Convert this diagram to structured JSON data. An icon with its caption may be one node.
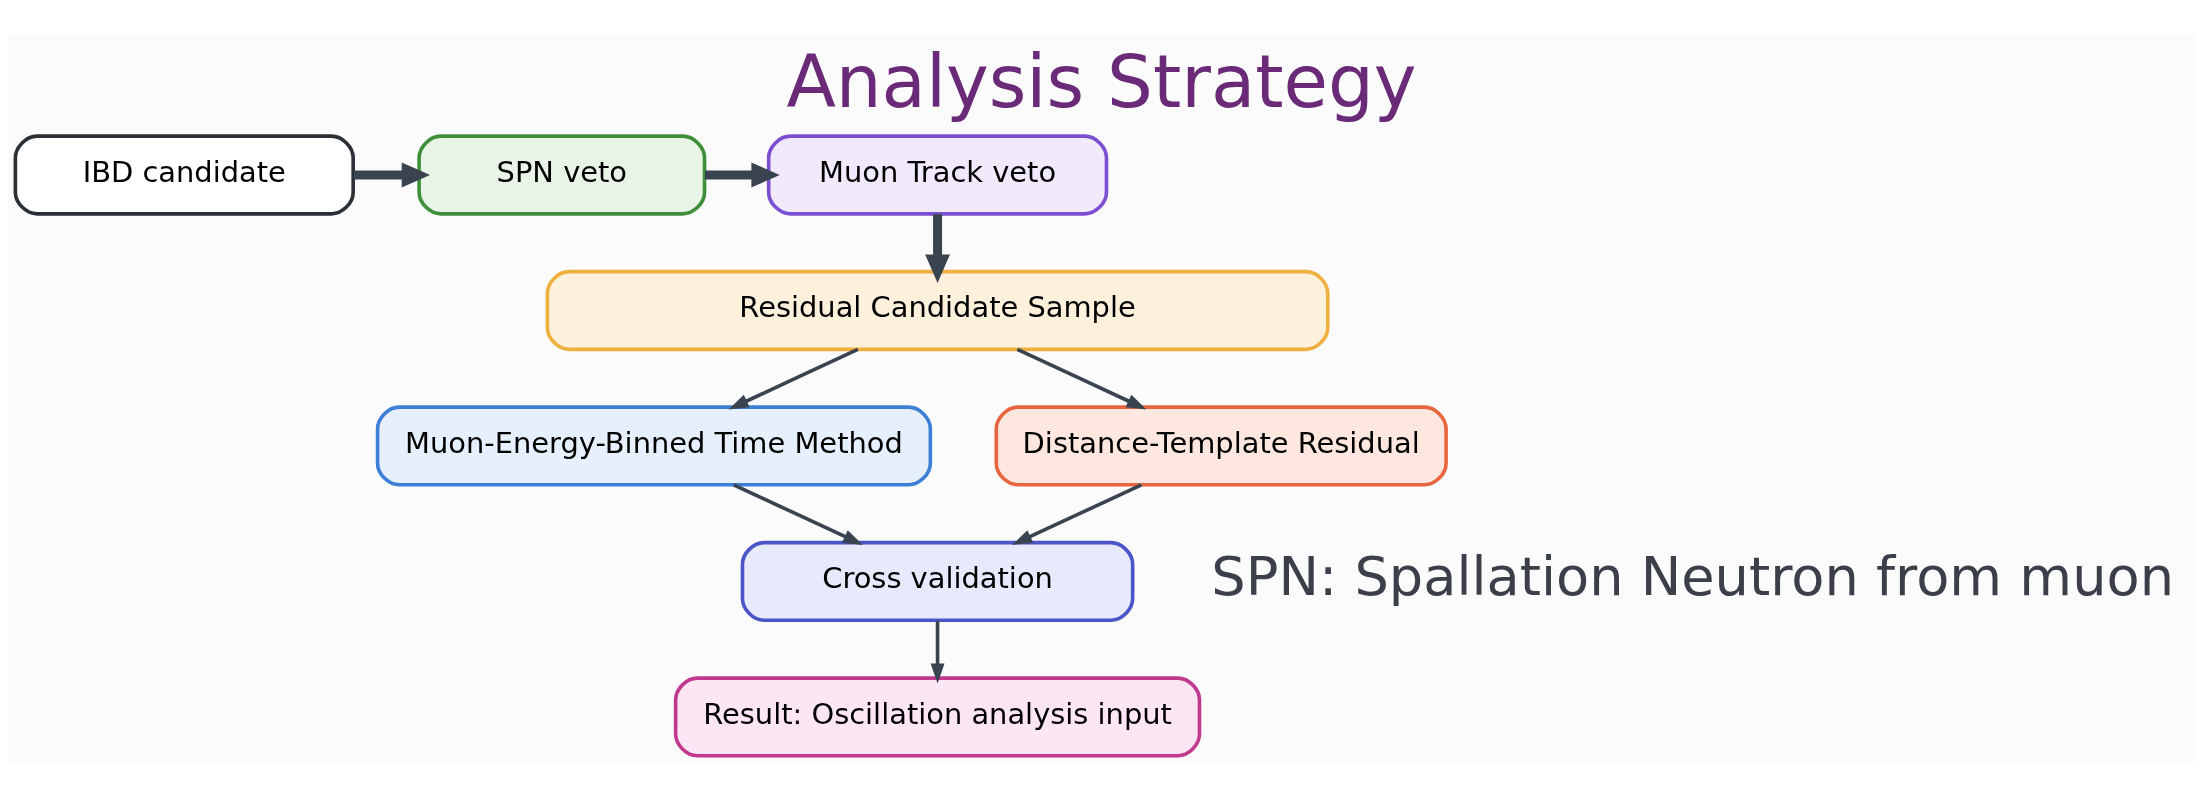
{
  "diagram": {
    "title": "Analysis Strategy",
    "nodes": [
      {
        "text": [
          "IBD candidate"
        ]
      },
      {
        "text": [
          "SPN veto"
        ]
      },
      {
        "text": [
          "Muon Track veto"
        ]
      },
      {
        "text": [
          "Residual Candidate Sample"
        ]
      },
      {
        "text": [
          "Muon-Energy-Binned Time Method"
        ]
      },
      {
        "text": [
          "Distance-Template Residual"
        ]
      },
      {
        "text": [
          "Cross validation"
        ]
      },
      {
        "text": [
          "Result: Oscillation analysis input"
        ]
      }
    ],
    "edges": [
      {
        "from": 0,
        "to": 1,
        "arrow": "to",
        "style": "thick"
      },
      {
        "from": 1,
        "to": 2,
        "arrow": "to",
        "style": "thick"
      },
      {
        "from": 2,
        "to": 3,
        "arrow": "to",
        "style": "thick"
      },
      {
        "from": 3,
        "to": 4,
        "arrow": "to"
      },
      {
        "from": 3,
        "to": 5,
        "arrow": "to"
      },
      {
        "from": 4,
        "to": 6,
        "arrow": "to"
      },
      {
        "from": 5,
        "to": 6,
        "arrow": "to"
      },
      {
        "from": 6,
        "to": 7,
        "arrow": "to"
      }
    ],
    "labels": [
      "SPN: Spallation Neutron from muon"
    ]
  }
}
